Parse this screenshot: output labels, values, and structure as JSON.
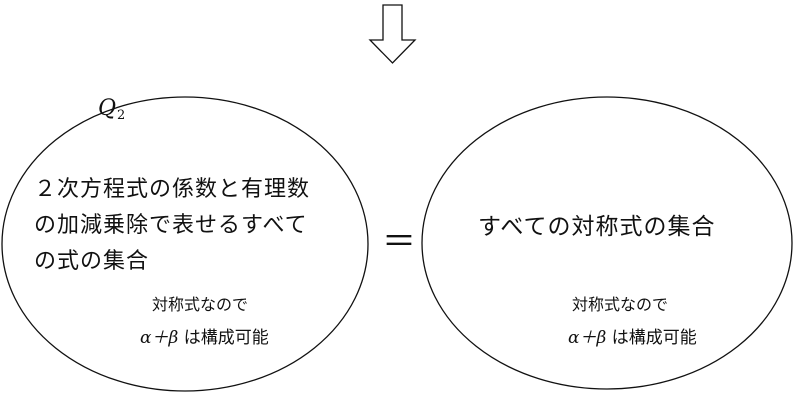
{
  "question_label": {
    "main": "Q",
    "sub": "2"
  },
  "left_set": {
    "lines": [
      "２次方程式の係数と有理数",
      "の加減乗除で表せるすべて",
      "の式の集合"
    ],
    "note_line1": "対称式なので",
    "note_line2_math": "α＋β",
    "note_line2_text": " は構成可能"
  },
  "equals_sign": "＝",
  "right_set": {
    "title": "すべての対称式の集合",
    "note_line1": "対称式なので",
    "note_line2_math": "α＋β",
    "note_line2_text": " は構成可能"
  },
  "icons": {
    "arrow": "down-arrow-icon"
  }
}
